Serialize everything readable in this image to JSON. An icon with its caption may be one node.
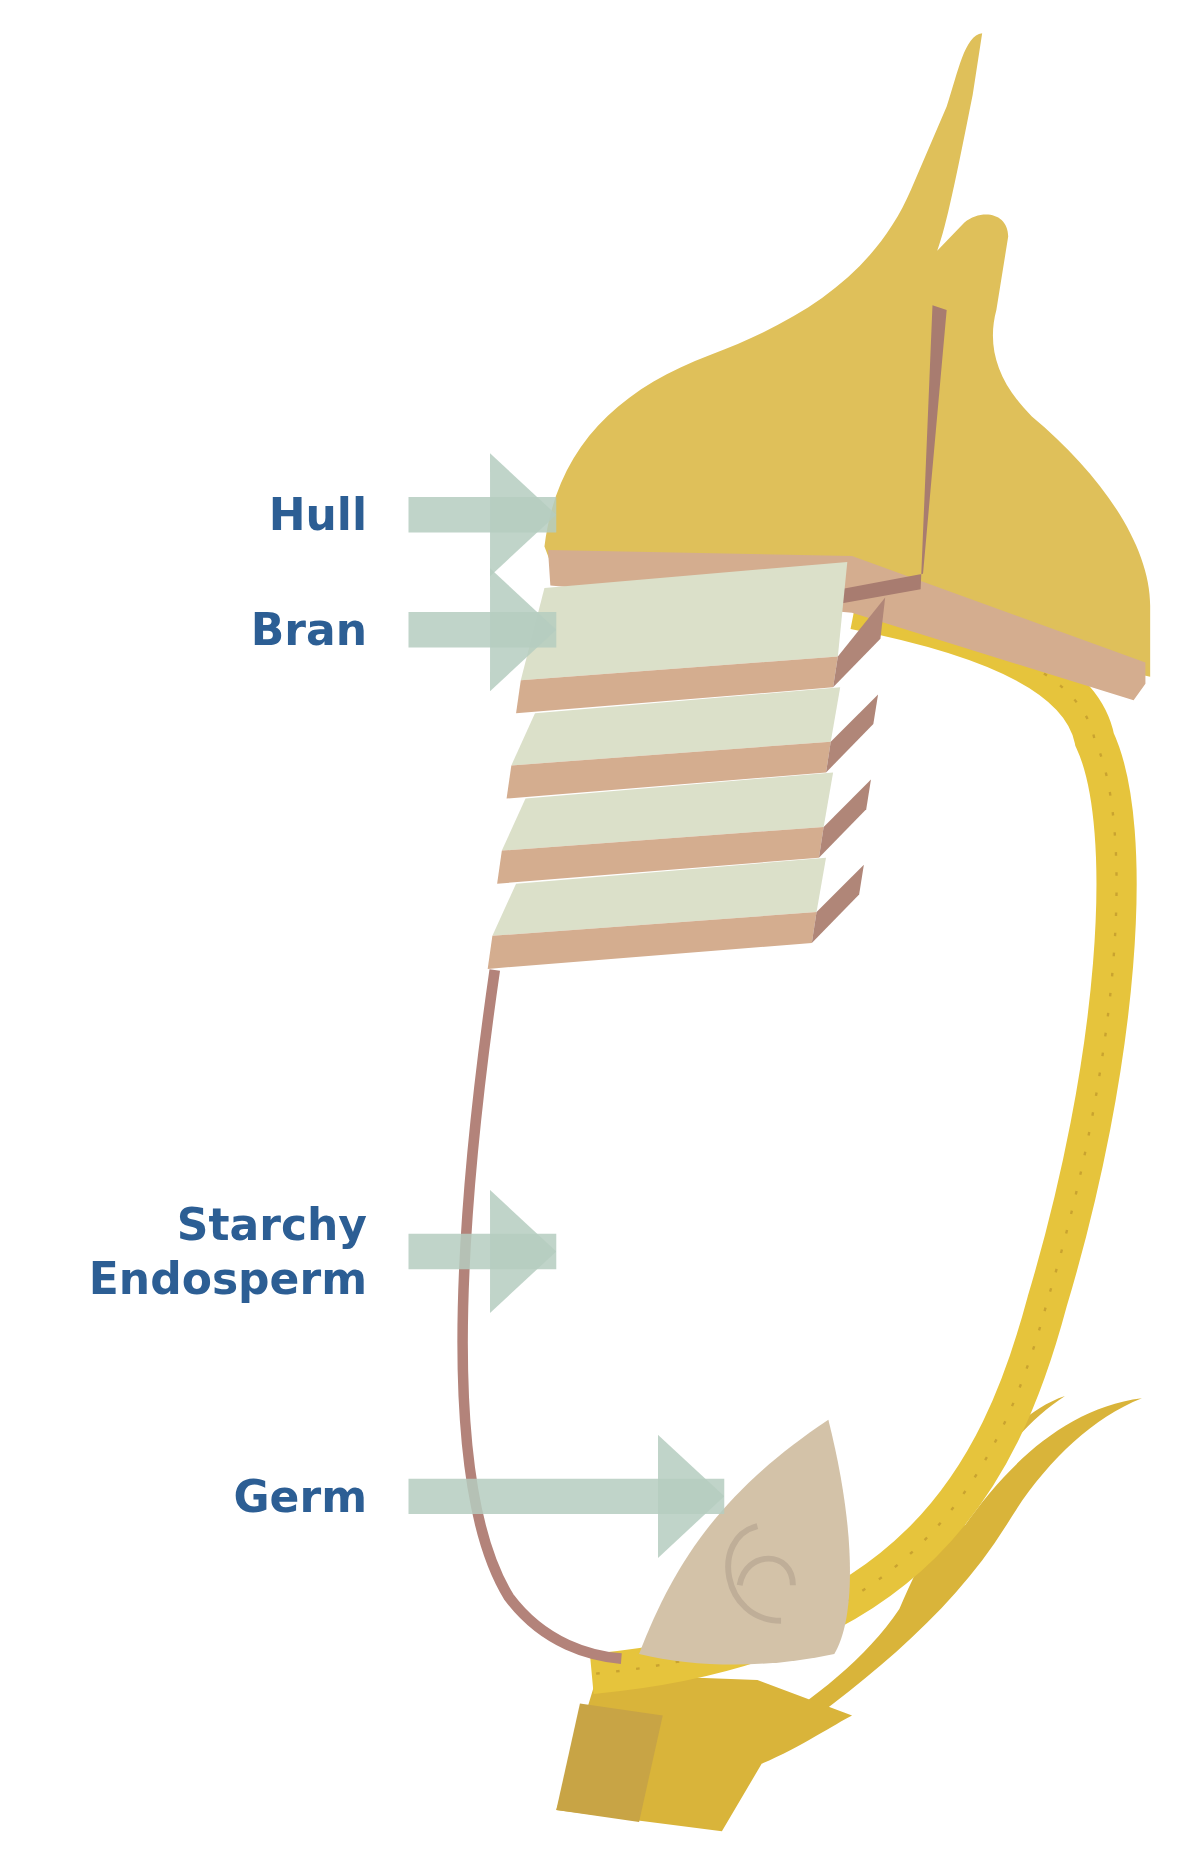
{
  "diagram": {
    "nodes": [
      {
        "text": [
          "Hull"
        ]
      },
      {
        "text": [
          "Bran"
        ]
      },
      {
        "text": [
          "Starchy Endosperm"
        ]
      },
      {
        "text": [
          "Germ"
        ]
      }
    ],
    "edges": [
      {
        "from": 0,
        "to": null,
        "arrow": "to"
      },
      {
        "from": 1,
        "to": null,
        "arrow": "to"
      },
      {
        "from": 2,
        "to": null,
        "arrow": "to"
      },
      {
        "from": 3,
        "to": null,
        "arrow": "to"
      }
    ]
  }
}
